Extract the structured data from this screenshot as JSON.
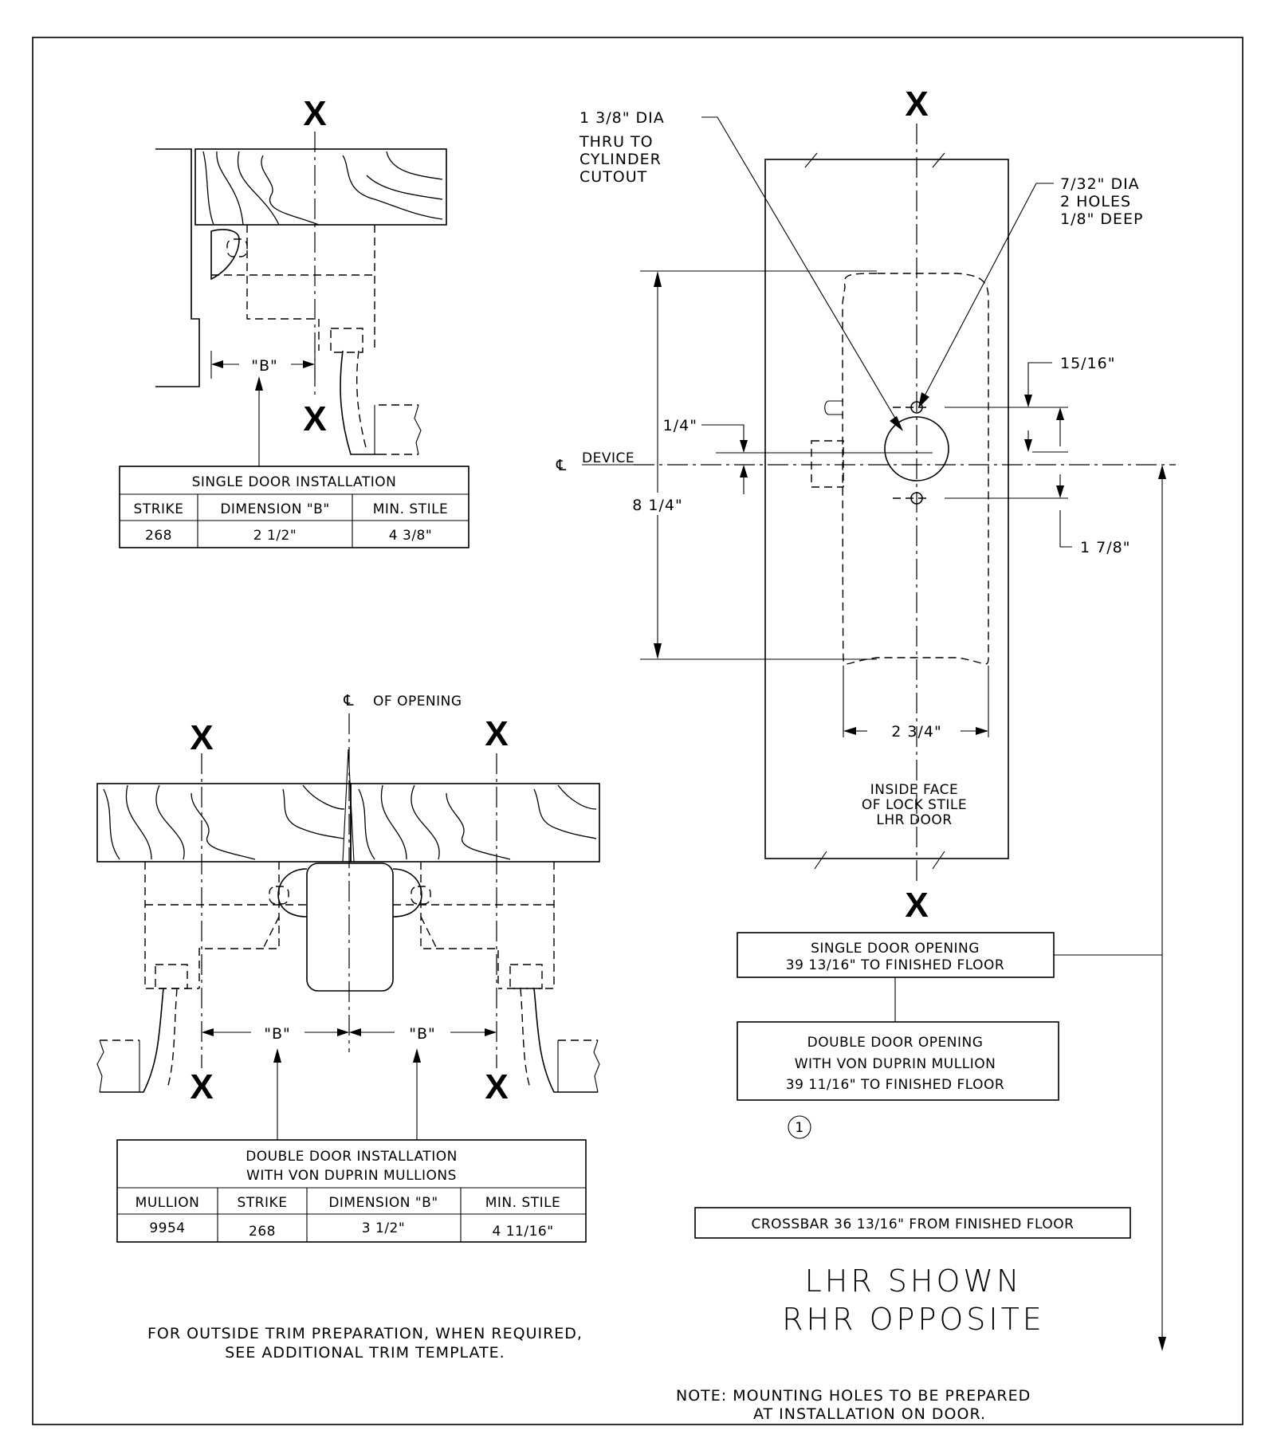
{
  "section_marks": {
    "x": "X"
  },
  "center_line_symbol": "℄",
  "top_left": {
    "dimension_b": "\"B\""
  },
  "single_door_table": {
    "title": "SINGLE DOOR INSTALLATION",
    "headers": [
      "STRIKE",
      "DIMENSION \"B\"",
      "MIN. STILE"
    ],
    "rows": [
      [
        "268",
        "2 1/2\"",
        "4 3/8\""
      ]
    ]
  },
  "bottom_left": {
    "of_opening": "OF OPENING",
    "dimension_b_left": "\"B\"",
    "dimension_b_right": "\"B\""
  },
  "double_door_table": {
    "title_line1": "DOUBLE DOOR INSTALLATION",
    "title_line2": "WITH VON DUPRIN MULLIONS",
    "headers": [
      "MULLION",
      "STRIKE",
      "DIMENSION \"B\"",
      "MIN. STILE"
    ],
    "rows": [
      [
        "9954",
        "268",
        "3 1/2\"",
        "4 11/16\""
      ]
    ]
  },
  "outside_trim_note": {
    "line1": "FOR OUTSIDE TRIM PREPARATION, WHEN REQUIRED,",
    "line2": "SEE ADDITIONAL TRIM TEMPLATE."
  },
  "right_drawing": {
    "hole_note": {
      "line1": "1 3/8\" DIA",
      "line2": "THRU TO",
      "line3": "CYLINDER",
      "line4": "CUTOUT"
    },
    "small_holes_note": {
      "line1": "7/32\" DIA",
      "line2": "2 HOLES",
      "line3": "1/8\" DEEP"
    },
    "dim_15_16": "15/16\"",
    "dim_1_4": "1/4\"",
    "device_label": "DEVICE",
    "dim_8_1_4": "8 1/4\"",
    "dim_1_7_8": "1 7/8\"",
    "dim_2_3_4": "2 3/4\"",
    "stile_label": {
      "line1": "INSIDE FACE",
      "line2": "OF LOCK STILE",
      "line3": "LHR DOOR"
    }
  },
  "single_opening_box": {
    "line1": "SINGLE DOOR OPENING",
    "line2": "39 13/16\" TO FINISHED FLOOR"
  },
  "double_opening_box": {
    "line1": "DOUBLE DOOR OPENING",
    "line2": "WITH VON DUPRIN MULLION",
    "line3": "39 11/16\" TO FINISHED FLOOR"
  },
  "circle_note": "1",
  "crossbar_box": "CROSSBAR 36 13/16\" FROM FINISHED FLOOR",
  "hand_note": {
    "line1": "LHR SHOWN",
    "line2": "RHR OPPOSITE"
  },
  "mounting_note": {
    "line1": "NOTE: MOUNTING HOLES TO BE PREPARED",
    "line2": "AT INSTALLATION ON DOOR."
  }
}
